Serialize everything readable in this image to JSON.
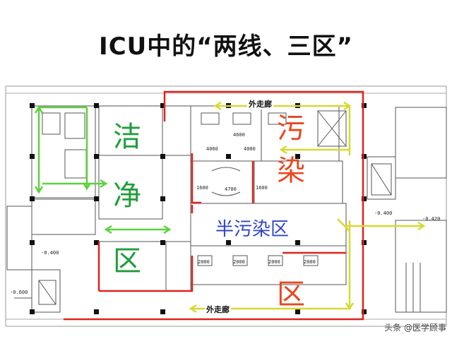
{
  "title": "ICU中的“两线、三区”",
  "zones": {
    "clean": [
      "洁",
      "净",
      "区"
    ],
    "dirty": [
      "污",
      "染",
      "区"
    ],
    "semi": "半污染区"
  },
  "corridors": {
    "top": "外走廊",
    "bottom": "外走廊"
  },
  "dimensions": [
    "4000",
    "4600",
    "4000",
    "1600",
    "4700",
    "1600",
    "2000",
    "2000",
    "2000",
    "2000",
    "-0.400",
    "-0.420",
    "-0.400",
    "-0.600"
  ],
  "watermark": "头条 @医学顾事",
  "colors": {
    "clean_line": "#5cd23c",
    "dirty_line": "#e0221e",
    "semi_line": "#d8d832",
    "clean_text": "#1e9e3a",
    "dirty_text": "#e8471e",
    "semi_text": "#2f45c8"
  }
}
